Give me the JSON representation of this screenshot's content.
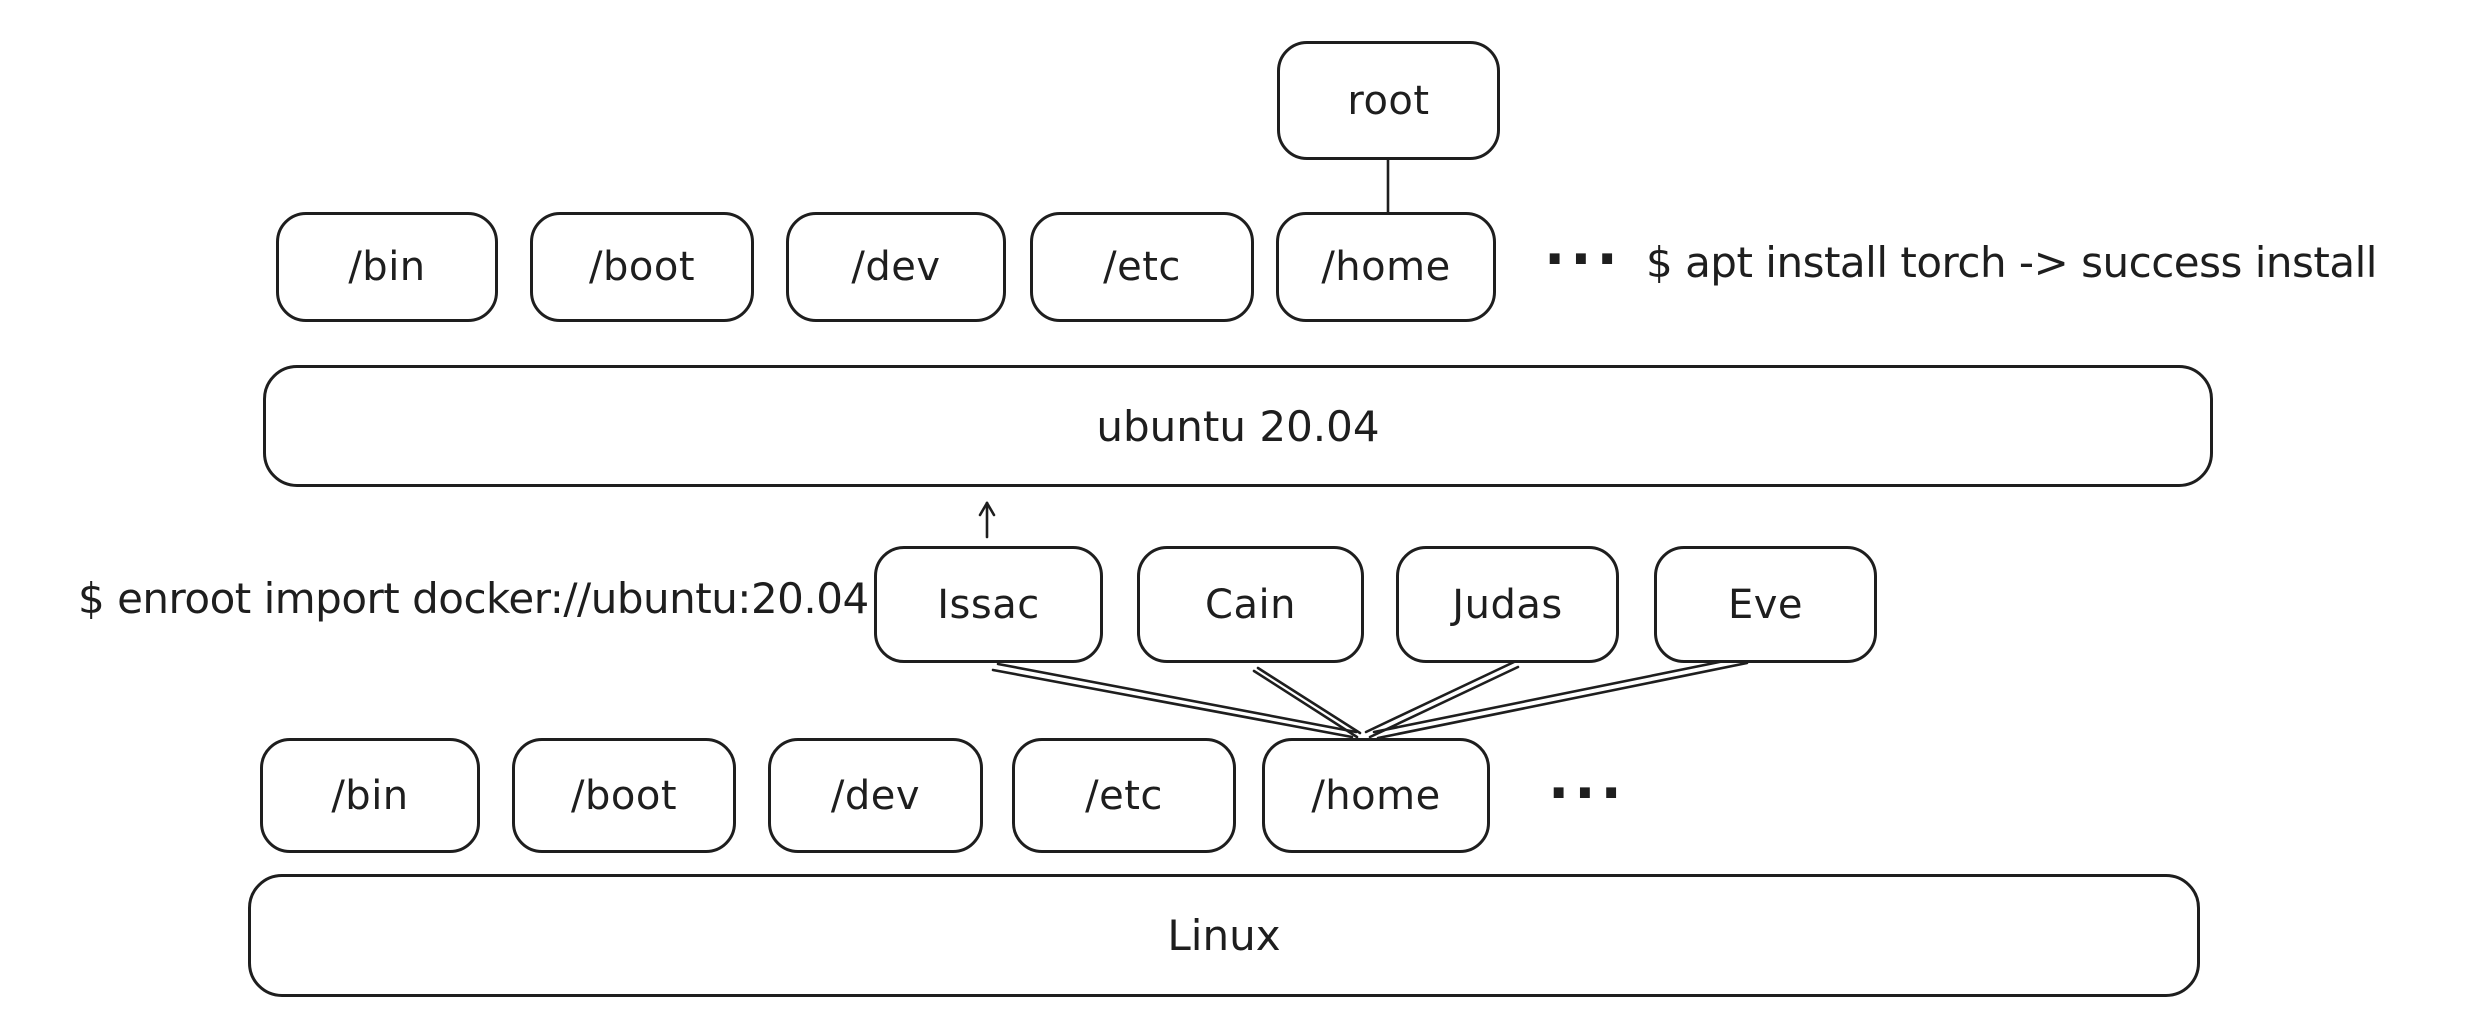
{
  "colors": {
    "stroke": "#1e1e1e",
    "background": "#ffffff"
  },
  "container": {
    "root_label": "root",
    "dirs": [
      "/bin",
      "/boot",
      "/dev",
      "/etc",
      "/home"
    ],
    "ellipsis": "...",
    "os_label": "ubuntu 20.04",
    "apt_command": "$ apt install torch -> success install"
  },
  "host": {
    "enroot_command": "$ enroot import docker://ubuntu:20.04",
    "users": [
      "Issac",
      "Cain",
      "Judas",
      "Eve"
    ],
    "dirs": [
      "/bin",
      "/boot",
      "/dev",
      "/etc",
      "/home"
    ],
    "ellipsis": "...",
    "os_label": "Linux"
  }
}
